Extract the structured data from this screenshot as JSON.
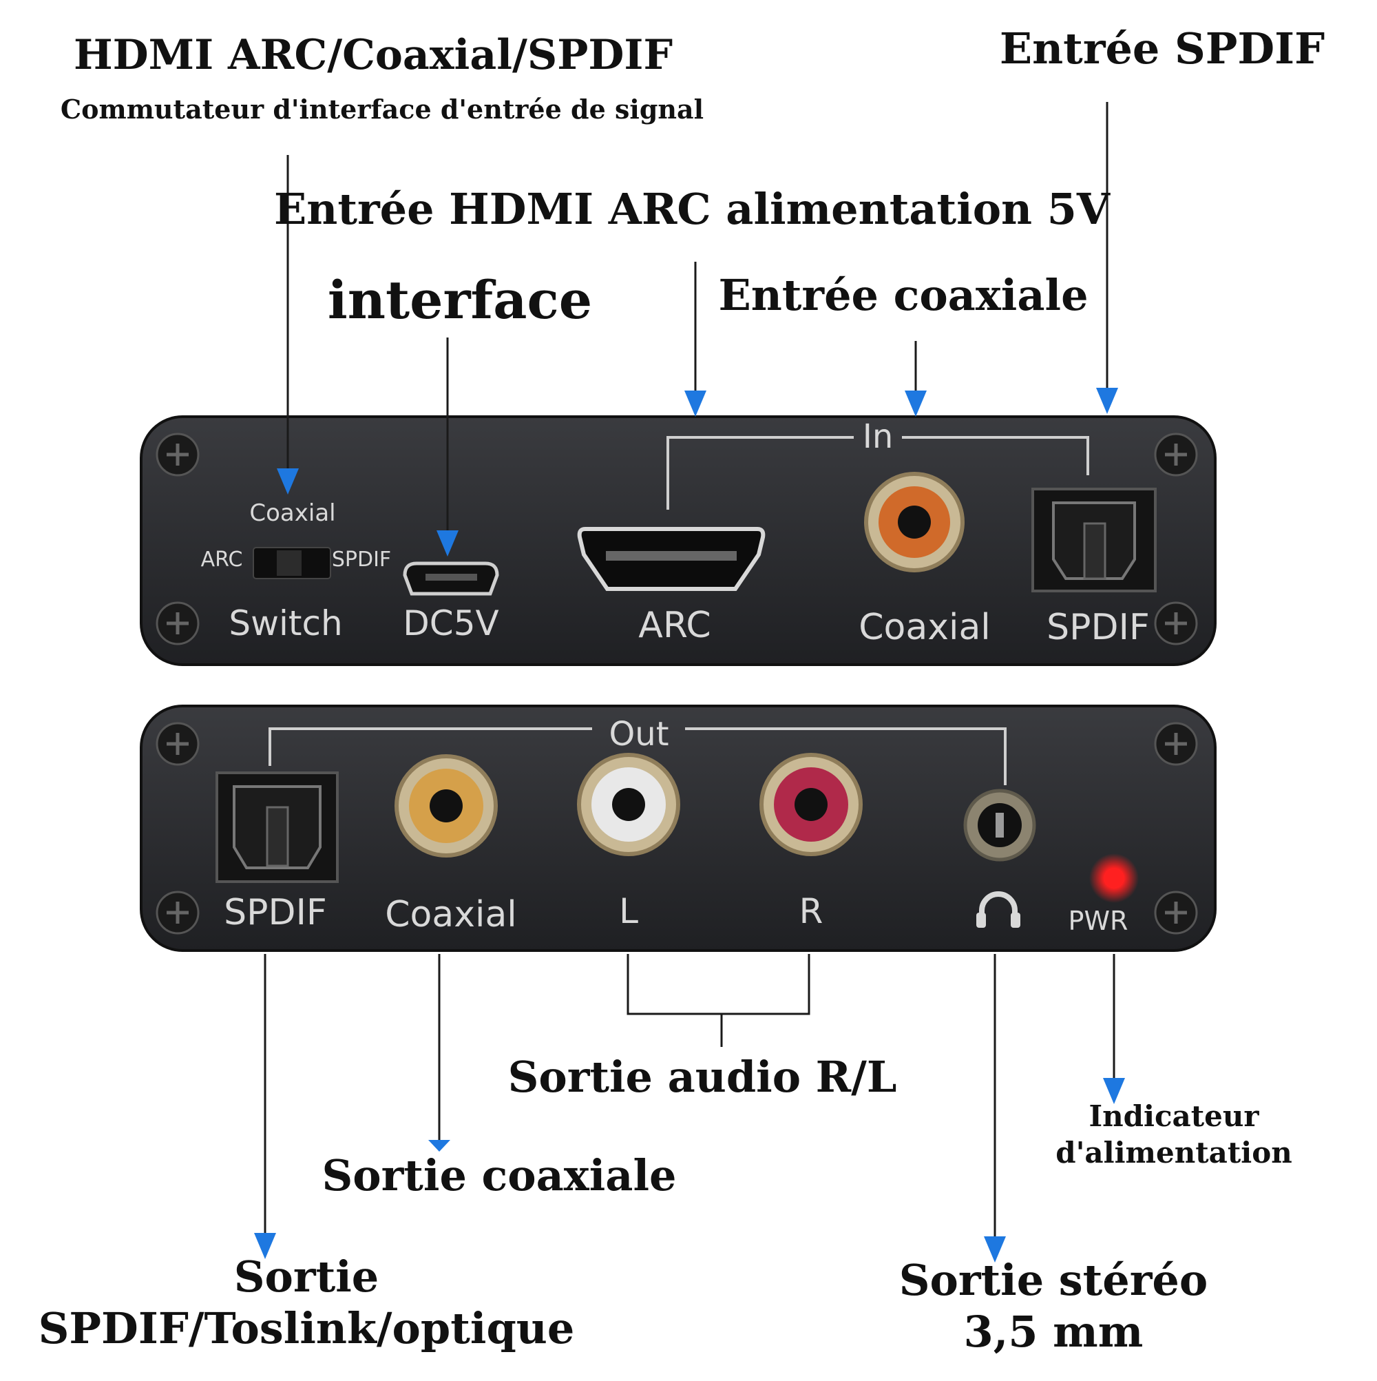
{
  "annotations": {
    "switch_title": "HDMI ARC/Coaxial/SPDIF",
    "switch_sub": "Commutateur d'interface d'entrée de signal",
    "spdif_in": "Entrée SPDIF",
    "hdmi_power_line1": "Entrée HDMI ARC alimentation 5V",
    "hdmi_power_line2": "interface",
    "coax_in": "Entrée coaxiale",
    "audio_rl": "Sortie audio R/L",
    "coax_out": "Sortie coaxiale",
    "power_ind_line1": "Indicateur",
    "power_ind_line2": "d'alimentation",
    "spdif_out_line1": "Sortie",
    "spdif_out_line2": "SPDIF/Toslink/optique",
    "stereo_line1": "Sortie stéréo",
    "stereo_line2": "3,5 mm"
  },
  "top_panel": {
    "group_label": "In",
    "switch_top": "Coaxial",
    "switch_left": "ARC",
    "switch_right": "SPDIF",
    "switch_label": "Switch",
    "dc_label": "DC5V",
    "arc_label": "ARC",
    "coax_label": "Coaxial",
    "spdif_label": "SPDIF"
  },
  "bottom_panel": {
    "group_label": "Out",
    "spdif_label": "SPDIF",
    "coax_label": "Coaxial",
    "l_label": "L",
    "r_label": "R",
    "pwr_label": "PWR"
  },
  "colors": {
    "arrow": "#1e78e0",
    "panel": "#2a2b2e",
    "coax_ring": "#d5a04a",
    "coax_in_ring": "#d06a2a",
    "l_ring": "#e8e8e8",
    "r_ring": "#b0294a",
    "led": "#ff2020"
  }
}
